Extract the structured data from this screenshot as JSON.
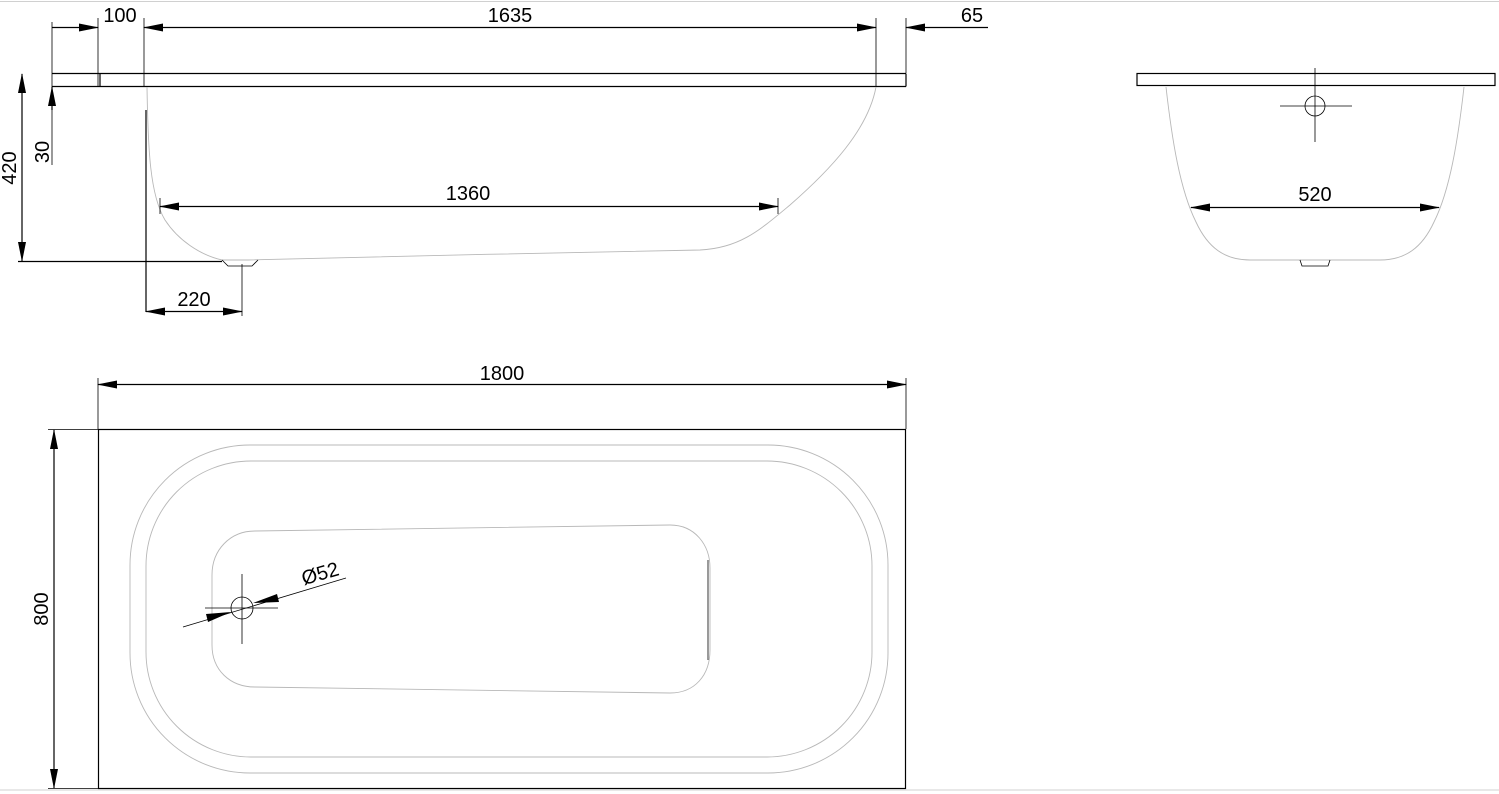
{
  "side_view": {
    "dim_overhang_left": "100",
    "dim_inner_top": "1635",
    "dim_overhang_right": "65",
    "dim_height_total": "420",
    "dim_rim": "30",
    "dim_inner_bottom": "1360",
    "dim_drain_offset": "220"
  },
  "end_view": {
    "dim_bottom_width": "520"
  },
  "plan_view": {
    "dim_length": "1800",
    "dim_width": "800",
    "dim_drain_diameter": "Ø52"
  }
}
